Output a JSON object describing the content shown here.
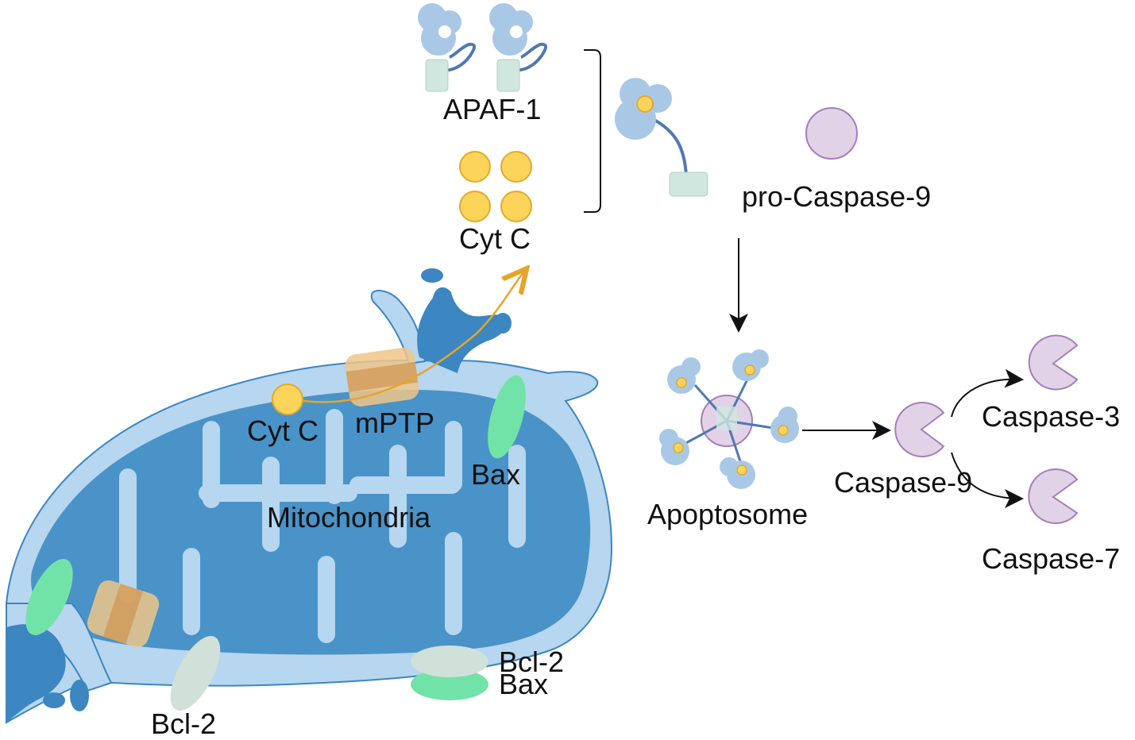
{
  "labels": {
    "apaf1": "APAF-1",
    "cytc_top": "Cyt C",
    "pro_caspase9": "pro-Caspase-9",
    "apoptosome": "Apoptosome",
    "caspase9": "Caspase-9",
    "caspase3": "Caspase-3",
    "caspase7": "Caspase-7",
    "cytc_mito": "Cyt C",
    "mptp": "mPTP",
    "bax": "Bax",
    "mitochondria": "Mitochondria",
    "bcl2_free": "Bcl-2",
    "bcl2_complex": "Bcl-2",
    "bax_complex": "Bax"
  },
  "colors": {
    "outer_membrane": "#b7d6ef",
    "matrix": "#4a93c8",
    "membrane_stroke": "#3c86c2",
    "apaf_blue": "#a9c8e6",
    "apaf_linker": "#5078b0",
    "card_domain": "#cfe7de",
    "cytochrome_c": "#fcd45a",
    "cytochrome_c_stroke": "#e3a92f",
    "caspase": "#e2d2e8",
    "caspase_stroke": "#a57fb8",
    "bax": "#72e3a8",
    "bcl2": "#cfe1d8",
    "mptp": "#efc58a",
    "mptp_band": "#cf9450",
    "release_arrow": "#e5a52a",
    "arrow": "#111111"
  }
}
